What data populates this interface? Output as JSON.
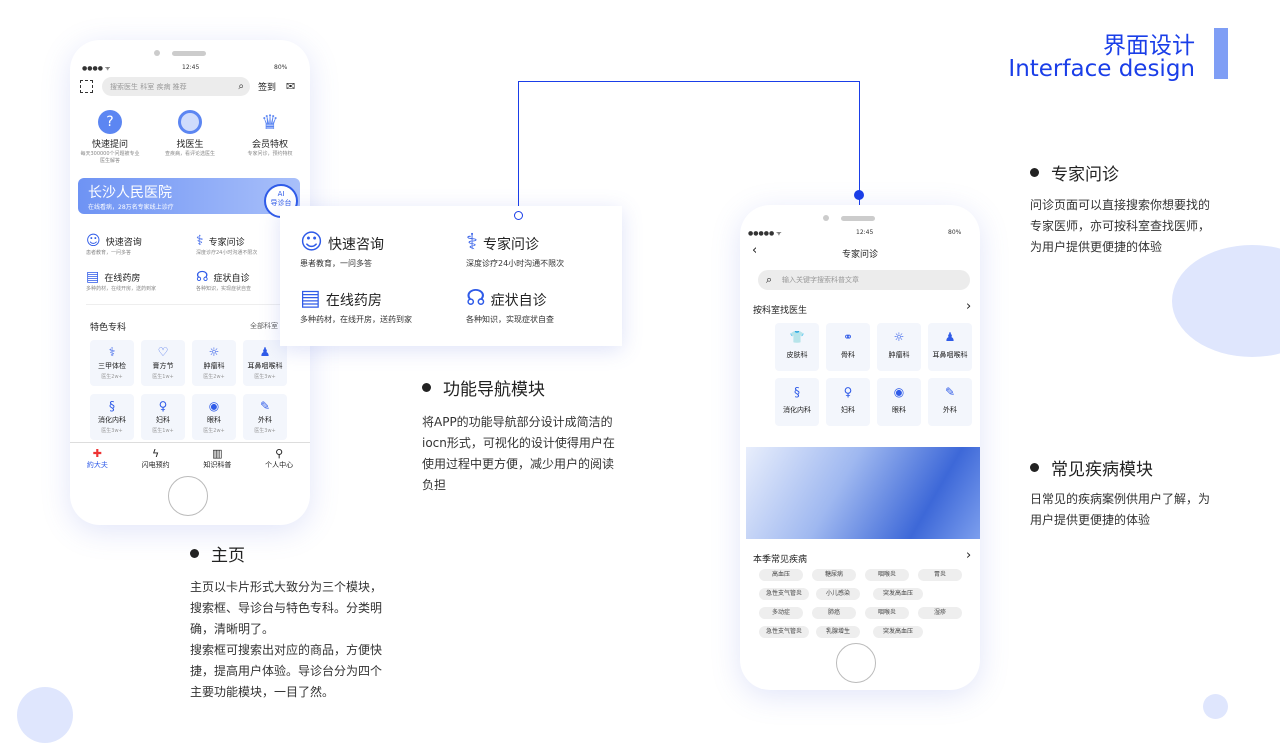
{
  "header": {
    "title_cn": "界面设计",
    "title_en": "Interface design",
    "accent": "#1a3ee8"
  },
  "home_phone": {
    "time": "12:45",
    "battery": "80%",
    "search_placeholder": "搜索医生 科室 疾病 推荐",
    "checkin": "签到",
    "quick": [
      {
        "icon": "question-icon",
        "title": "快速提问",
        "desc": "每天300000个问题被专业医生解答"
      },
      {
        "icon": "magnifier-icon",
        "title": "找医生",
        "desc": "查疾病，看评论选医生"
      },
      {
        "icon": "crown-icon",
        "title": "会员特权",
        "desc": "专家问诊，预约特权"
      }
    ],
    "banner": {
      "title": "长沙人民医院",
      "subtitle": "在线看病，28万名专家线上诊疗",
      "ai_badge": "AI",
      "ai_label": "导诊台"
    },
    "nav": [
      {
        "title": "快速咨询",
        "desc": "患者教育，一问多答"
      },
      {
        "title": "专家问诊",
        "desc": "深度诊疗24小时沟通不限次"
      },
      {
        "title": "在线药房",
        "desc": "多种药材，在线开房，送药到家"
      },
      {
        "title": "症状自诊",
        "desc": "各种知识，实现症状自查"
      }
    ],
    "specialty_title": "特色专科",
    "specialty_all": "全部科室",
    "specialties": [
      {
        "name": "三甲体检",
        "sub": "医生2w+"
      },
      {
        "name": "膏方节",
        "sub": "医生1w+"
      },
      {
        "name": "肿瘤科",
        "sub": "医生2w+"
      },
      {
        "name": "耳鼻咽喉科",
        "sub": "医生3w+"
      },
      {
        "name": "消化内科",
        "sub": "医生3w+"
      },
      {
        "name": "妇科",
        "sub": "医生1w+"
      },
      {
        "name": "眼科",
        "sub": "医生2w+"
      },
      {
        "name": "外科",
        "sub": "医生3w+"
      }
    ],
    "tabbar": [
      "約大夫",
      "闪电预约",
      "知识科普",
      "个人中心"
    ]
  },
  "popup": {
    "items": [
      {
        "title": "快速咨询",
        "desc": "患者教育，一问多答"
      },
      {
        "title": "专家问诊",
        "desc": "深度诊疗24小时沟通不限次"
      },
      {
        "title": "在线药房",
        "desc": "多种药材，在线开房，送药到家"
      },
      {
        "title": "症状自诊",
        "desc": "各种知识，实现症状自查"
      }
    ]
  },
  "sections": {
    "nav_module": {
      "title": "功能导航模块",
      "lines": [
        "将APP的功能导航部分设计成简洁的",
        "iocn形式，可视化的设计使得用户在",
        "使用过程中更方便，减少用户的阅读",
        "负担"
      ]
    },
    "home": {
      "title": "主页",
      "lines": [
        "主页以卡片形式大致分为三个模块，",
        "搜索框、导诊台与特色专科。分类明",
        "确，清晰明了。",
        "搜索框可搜索出对应的商品，方便快",
        "捷，提高用户体验。导诊台分为四个",
        "主要功能模块，一目了然。"
      ]
    },
    "expert": {
      "title": "专家问诊",
      "lines": [
        "问诊页面可以直接搜索你想要找的",
        "专家医师，亦可按科室查找医师，",
        "为用户提供更便捷的体验"
      ]
    },
    "disease": {
      "title": "常见疾病模块",
      "lines": [
        "日常见的疾病案例供用户了解，为",
        "用户提供更便捷的体验"
      ]
    }
  },
  "expert_phone": {
    "time": "12:45",
    "battery": "80%",
    "title": "专家问诊",
    "search_placeholder": "输入关键字搜索科普文章",
    "dept_title": "按科室找医生",
    "depts": [
      "皮肤科",
      "骨科",
      "肿瘤科",
      "耳鼻咽喉科",
      "消化内科",
      "妇科",
      "眼科",
      "外科"
    ],
    "disease_title": "本季常见疾病",
    "diseases": [
      [
        "高血压",
        "糖尿病",
        "咽喉炎",
        "胃炎"
      ],
      [
        "急性支气管炎",
        "小儿感染",
        "突发高血压"
      ],
      [
        "多动症",
        "肺癌",
        "咽喉炎",
        "湿疹"
      ],
      [
        "急性支气管炎",
        "乳腺增生",
        "突发高血压"
      ]
    ]
  }
}
